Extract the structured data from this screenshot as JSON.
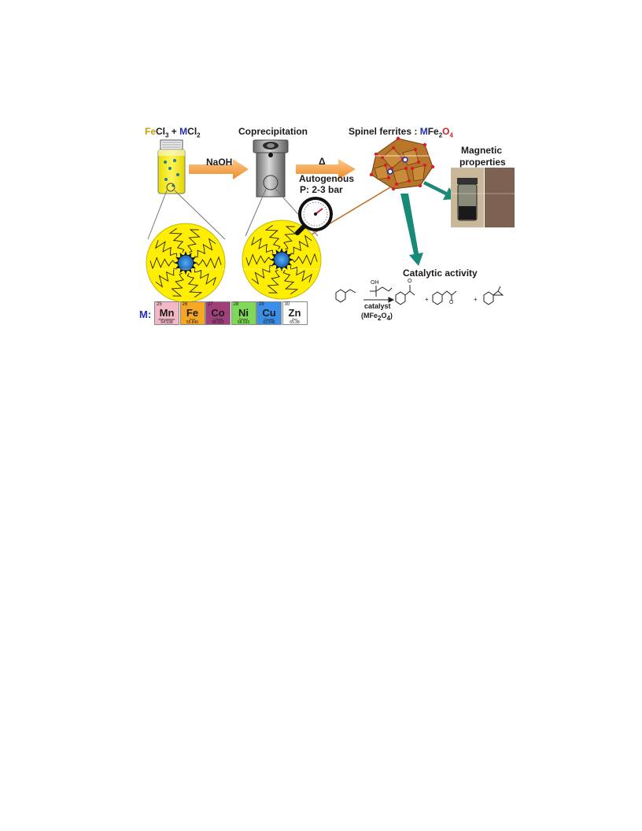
{
  "labels": {
    "reactants": {
      "fe": "Fe",
      "cl3": "Cl",
      "sub3": "3",
      "plus": " + ",
      "m": "M",
      "cl2": "Cl",
      "sub2": "2"
    },
    "coprecipitation": "Coprecipitation",
    "naoh": "NaOH",
    "delta": "Δ",
    "autogenous": "Autogenous",
    "pressure": "P: 2-3 bar",
    "spinel": {
      "prefix": "Spinel ferrites : ",
      "m": "M",
      "fe": "Fe",
      "fe_sub": "2",
      "o": "O",
      "o_sub": "4"
    },
    "magnetic_line1": "Magnetic",
    "magnetic_line2": "properties",
    "catalytic": "Catalytic activity",
    "catalyst": "catalyst",
    "catalyst_formula": {
      "open": "(MFe",
      "sub2": "2",
      "o": "O",
      "sub4": "4",
      "close": ")"
    },
    "oh": "OH",
    "o1": "O",
    "o2": "O",
    "plus1": "+",
    "plus2": "+",
    "m_label": "M:"
  },
  "elements": [
    {
      "number": "25",
      "symbol": "Mn",
      "name": "Manganese",
      "mass": "54.938",
      "color": "#f2b8c6"
    },
    {
      "number": "26",
      "symbol": "Fe",
      "name": "Iron",
      "mass": "55.845",
      "color": "#f5a623"
    },
    {
      "number": "27",
      "symbol": "Co",
      "name": "Cobalt",
      "mass": "58.933",
      "color": "#a0407a"
    },
    {
      "number": "28",
      "symbol": "Ni",
      "name": "Nickel",
      "mass": "58.693",
      "color": "#7ed957"
    },
    {
      "number": "29",
      "symbol": "Cu",
      "name": "Copper",
      "mass": "63.546",
      "color": "#3a8fe8"
    },
    {
      "number": "30",
      "symbol": "Zn",
      "name": "Zinc",
      "mass": "65.38",
      "color": "#ffffff"
    }
  ],
  "colors": {
    "yellow": "#ffee00",
    "arrow_orange": "#f5a040",
    "teal_arrow": "#1a8a78",
    "spinel_brown": "#b8762a",
    "oxygen_red": "#d81e2c",
    "metal_blue": "#1f2fb5"
  },
  "icons": [
    "vial-icon",
    "autoclave-icon",
    "pressure-gauge-icon",
    "nanoparticle-icon",
    "spinel-crystal-icon",
    "magnet-jar-photo"
  ]
}
